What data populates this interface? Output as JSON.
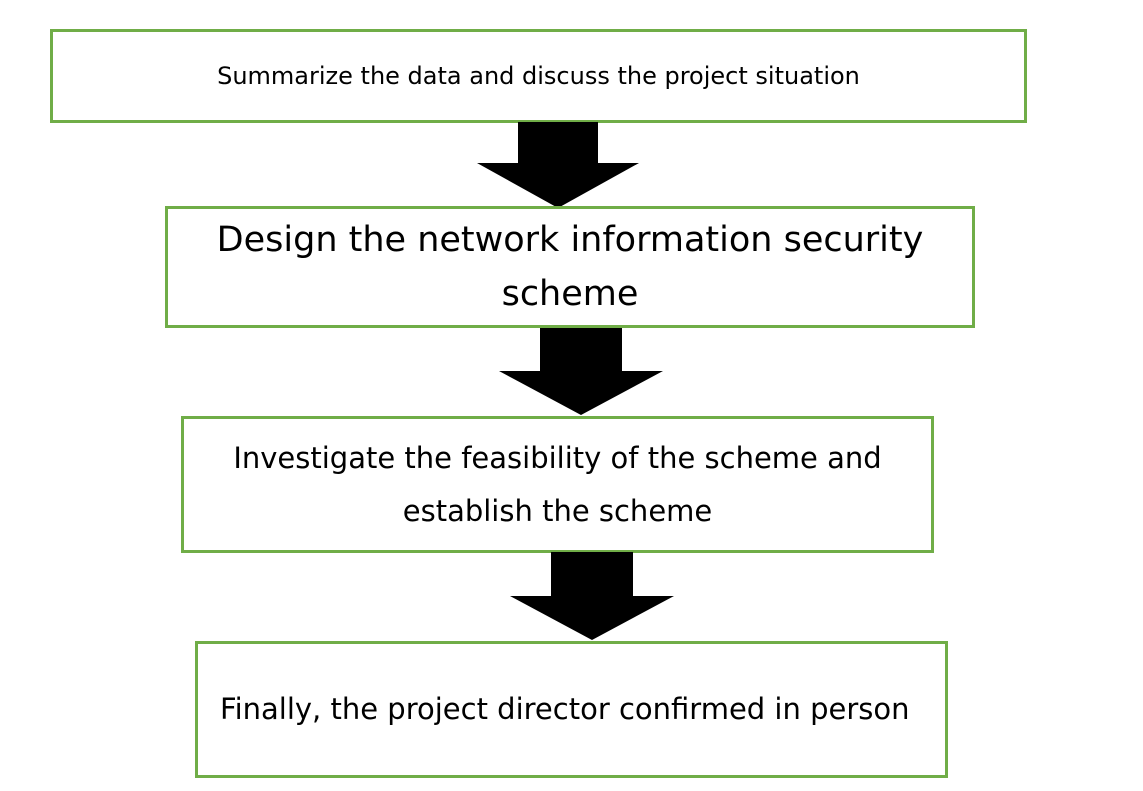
{
  "steps": [
    {
      "text": "Summarize the data and discuss the project situation"
    },
    {
      "text": "Design the network information security scheme"
    },
    {
      "text": "Investigate the feasibility of the scheme and establish the scheme"
    },
    {
      "text": "Finally, the project director confirmed in person"
    }
  ],
  "colors": {
    "box_border": "#70ad47",
    "arrow_fill": "#000000",
    "text": "#000000",
    "background": "#ffffff"
  },
  "icons": {
    "connector": "down-arrow-icon"
  }
}
